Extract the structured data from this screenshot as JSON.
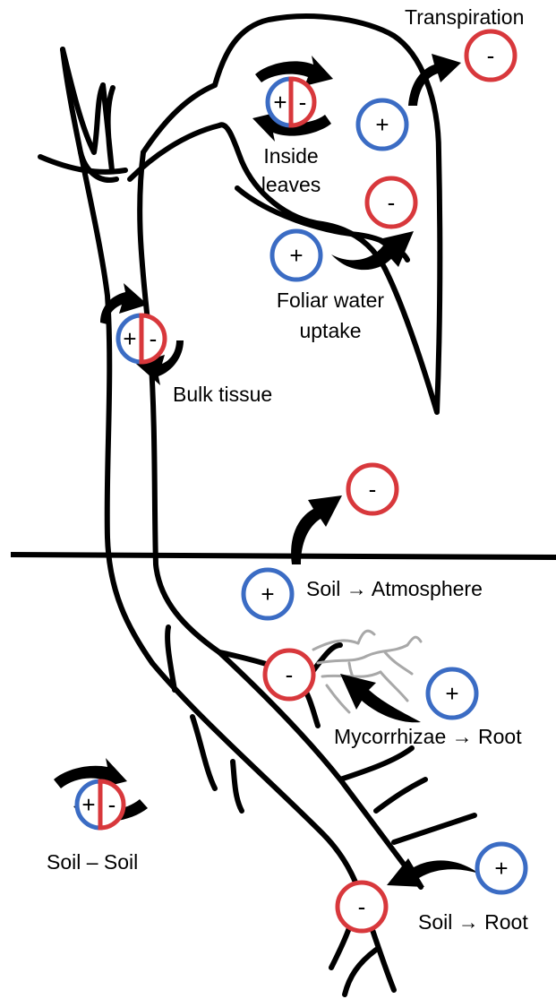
{
  "colors": {
    "positive": "#3b6cc4",
    "negative": "#d8383c",
    "ink": "#000000",
    "fungus": "#a8a8a8"
  },
  "symbols": {
    "plus": "+",
    "minus": "-"
  },
  "labels": {
    "transpiration": "Transpiration",
    "inside_leaves_1": "Inside",
    "inside_leaves_2": "leaves",
    "foliar_1": "Foliar water",
    "foliar_2": "uptake",
    "bulk_tissue": "Bulk tissue",
    "soil_atmosphere": "Soil → Atmosphere",
    "mycorrhizae_root": "Mycorrhizae → Root",
    "soil_soil": "Soil – Soil",
    "soil_root": "Soil → Root"
  }
}
